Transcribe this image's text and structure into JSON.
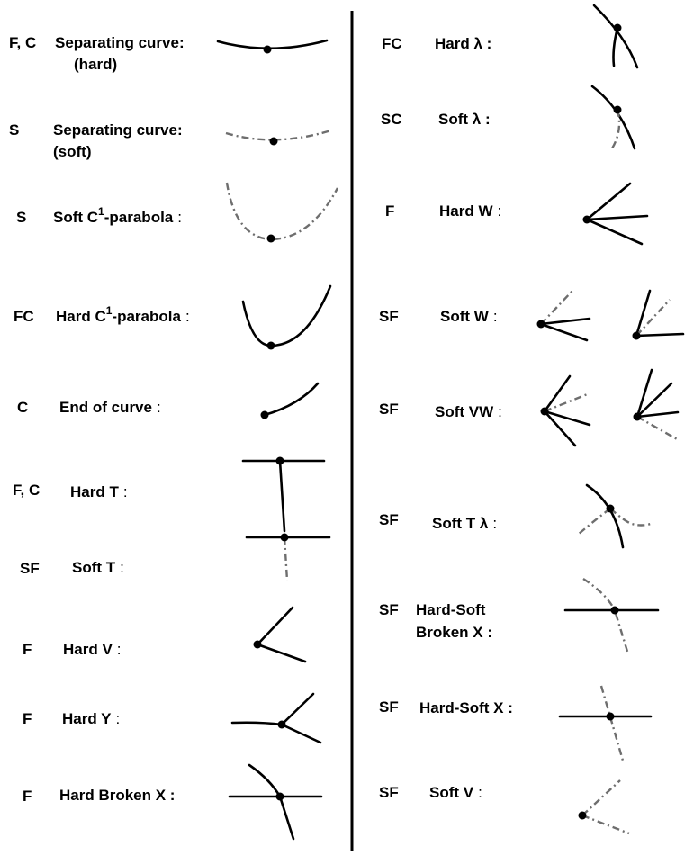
{
  "left": [
    {
      "code": "F, C",
      "label": "Separating curve:",
      "label2": "(hard)"
    },
    {
      "code": "S",
      "label": "Separating curve:",
      "label2": "(soft)"
    },
    {
      "code": "S",
      "label": "Soft C",
      "sup": "1",
      "label_tail": "-parabola",
      "colon": ":"
    },
    {
      "code": "FC",
      "label": "Hard C",
      "sup": "1",
      "label_tail": "-parabola",
      "colon": ":"
    },
    {
      "code": "C",
      "label": "End of curve",
      "colon": ":"
    },
    {
      "code": "F, C",
      "label": "Hard T",
      "colon": ":"
    },
    {
      "code": "SF",
      "label": "Soft T",
      "colon": ":"
    },
    {
      "code": "F",
      "label": "Hard V",
      "colon": ":"
    },
    {
      "code": "F",
      "label": "Hard Y",
      "colon": ":"
    },
    {
      "code": "F",
      "label": "Hard Broken  X :"
    }
  ],
  "right": [
    {
      "code": "FC",
      "label": "Hard λ :"
    },
    {
      "code": "SC",
      "label": "Soft λ :"
    },
    {
      "code": "F",
      "label": "Hard W",
      "colon": ":"
    },
    {
      "code": "SF",
      "label": "Soft  W",
      "colon": ":"
    },
    {
      "code": "SF",
      "label": "Soft  VW",
      "colon": ":"
    },
    {
      "code": "SF",
      "label": "Soft T λ",
      "colon": ":"
    },
    {
      "code": "SF",
      "label": "Hard-Soft",
      "label2": "Broken  X :"
    },
    {
      "code": "SF",
      "label": "Hard-Soft  X :"
    },
    {
      "code": "SF",
      "label": "Soft V",
      "colon": ":"
    }
  ],
  "legend": {
    "hard_color": "#000000",
    "soft_color": "#6e6e6e"
  }
}
